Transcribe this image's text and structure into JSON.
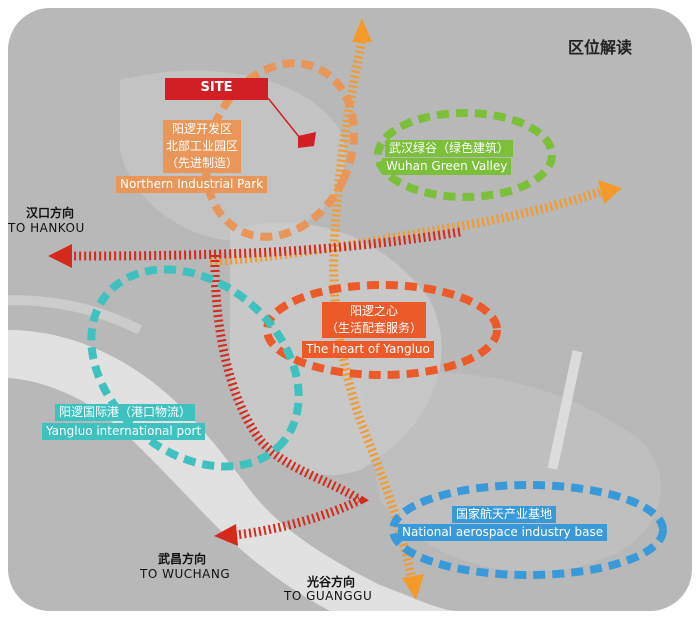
{
  "title": "区位解读",
  "site_label": "SITE",
  "zones": {
    "north_industrial": {
      "lines": [
        "阳逻开发区",
        "北部工业园区",
        "（先进制造）"
      ],
      "en": "Northern Industrial Park",
      "color": "#e8965a"
    },
    "green_valley": {
      "zh": "武汉绿谷（绿色建筑）",
      "en": "Wuhan Green Valley",
      "color": "#7cbf3a"
    },
    "heart": {
      "lines": [
        "阳逻之心",
        "（生活配套服务）"
      ],
      "en": "The heart of Yangluo",
      "color": "#ec5a2a"
    },
    "port": {
      "zh": "阳逻国际港（港口物流）",
      "en": "Yangluo international port",
      "color": "#3fc1c0"
    },
    "aerospace": {
      "zh": "国家航天产业基地",
      "en": "National aerospace industry base",
      "color": "#3a9ad9"
    }
  },
  "directions": {
    "hankou": {
      "zh": "汉口方向",
      "en": "TO HANKOU"
    },
    "wuchang": {
      "zh": "武昌方向",
      "en": "TO WUCHANG"
    },
    "guanggu": {
      "zh": "光谷方向",
      "en": "TO GUANGGU"
    }
  },
  "colors": {
    "arrow_red": "#d42a1e",
    "arrow_orange": "#f39a2a",
    "site_red": "#d21f26"
  }
}
